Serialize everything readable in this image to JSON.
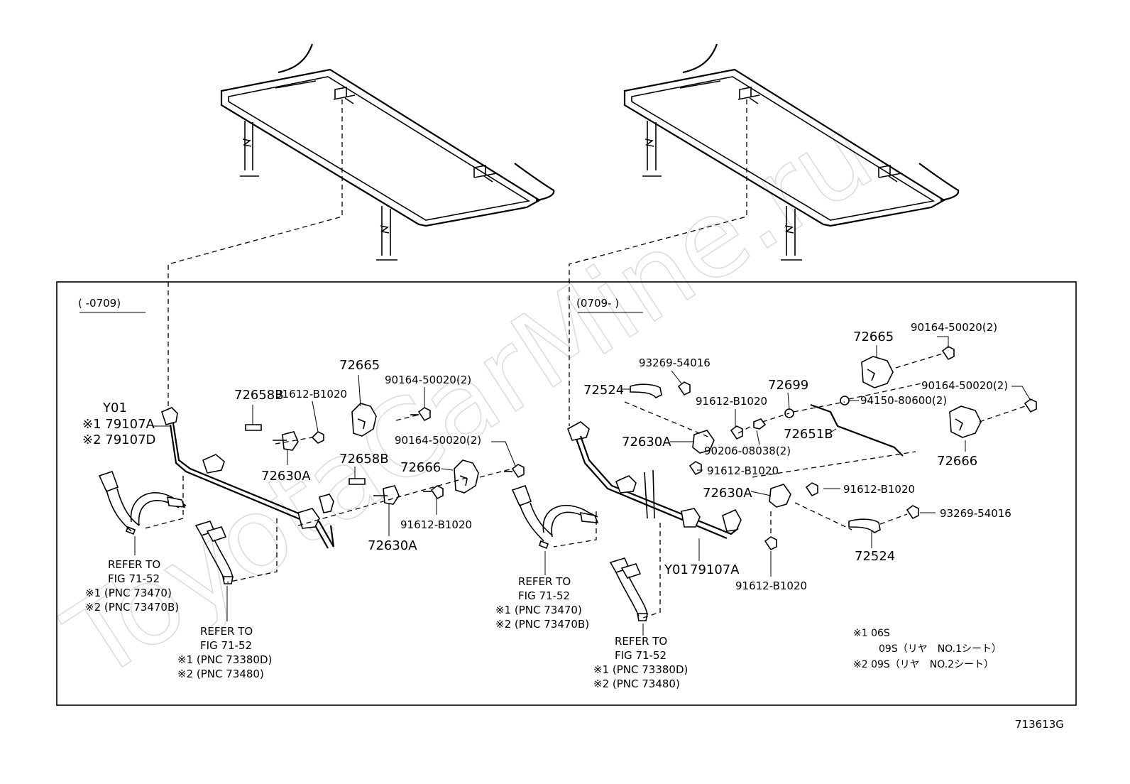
{
  "watermark": "ToyotaCarMine.ru",
  "figure_code": "713613G",
  "panel_left": {
    "period": "(      -0709)",
    "labels": {
      "y01": "Y01",
      "p79107a": "※1 79107A",
      "p79107d": "※2 79107D",
      "p72658b_1": "72658B",
      "p91612_1": "91612-B1020",
      "p72630a_1": "72630A",
      "p72665": "72665",
      "p90164_1": "90164-50020(2)",
      "p72658b_2": "72658B",
      "p90164_2": "90164-50020(2)",
      "p72666": "72666",
      "p91612_2": "91612-B1020",
      "p72630a_2": "72630A"
    },
    "refer_a": [
      "REFER TO",
      "FIG 71-52",
      "※1 (PNC 73470)",
      "※2 (PNC 73470B)"
    ],
    "refer_b": [
      "REFER TO",
      "FIG 71-52",
      "※1 (PNC 73380D)",
      "※2 (PNC 73480)"
    ]
  },
  "panel_right": {
    "period": "(0709-      )",
    "labels": {
      "p93269_1": "93269-54016",
      "p72524_1": "72524",
      "p91612_1": "91612-B1020",
      "p72699": "72699",
      "p72665": "72665",
      "p90164_1": "90164-50020(2)",
      "p94150": "94150-80600(2)",
      "p90164_2": "90164-50020(2)",
      "p72630a_1": "72630A",
      "p90206": "90206-08038(2)",
      "p72651b": "72651B",
      "p72666": "72666",
      "p91612_2": "91612-B1020",
      "p72630a_2": "72630A",
      "p91612_3": "91612-B1020",
      "p93269_2": "93269-54016",
      "p72524_2": "72524",
      "y01": "Y01",
      "p79107a": "79107A",
      "p91612_4": "91612-B1020"
    },
    "refer_a": [
      "REFER TO",
      "FIG 71-52",
      "※1 (PNC 73470)",
      "※2 (PNC 73470B)"
    ],
    "refer_b": [
      "REFER TO",
      "FIG 71-52",
      "※1 (PNC 73380D)",
      "※2 (PNC 73480)"
    ],
    "notes": [
      "※1 06S",
      "09S（リヤ　NO.1シート）",
      "※2 09S（リヤ　NO.2シート）"
    ]
  }
}
